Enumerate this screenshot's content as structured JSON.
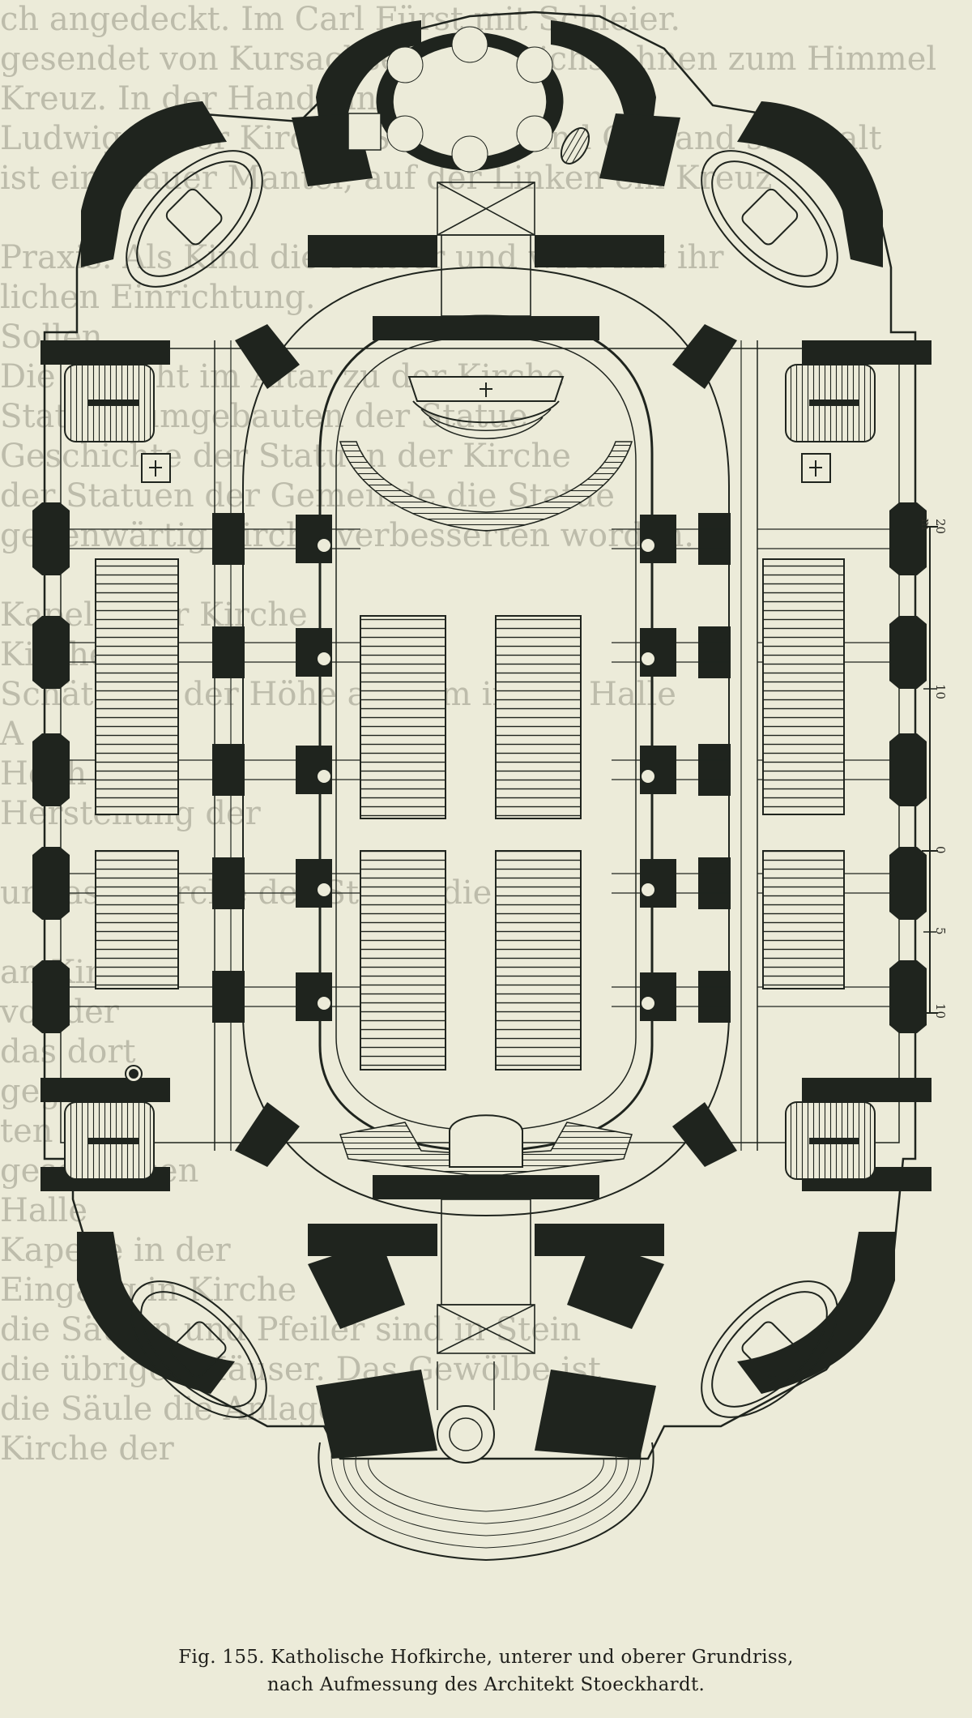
{
  "figure": {
    "caption_line1": "Fig. 155. Katholische Hofkirche, unterer und oberer Grundriss,",
    "caption_line2": "nach Aufmessung des Architekt Stoeckhardt."
  },
  "scale_bar": {
    "tick_labels": [
      "20 m",
      "10",
      "0",
      "5",
      "10"
    ]
  },
  "colors": {
    "paper": "#ecebd9",
    "ink": "#1f241e",
    "faded_text": "#bdbcab"
  },
  "background_text": {
    "lines": [
      "ch angedeckt. Im Carl Fürst mit Schleier.",
      "gesendet von Kursachsen mit Reichsfahnen zum Himmel",
      "Kreuz. In der Hand eines Mannes.",
      "Ludwig in der Kirche. Schmuck und Gewand steht alt",
      "ist ein blauer Mantel, auf der Linken ein Kreuz",
      "",
      "Praxis. Als Kind die Mutter und wird mit ihr",
      "lichen Einrichtung.",
      "Sollen",
      "Die Ansicht im Altar zu der Kirche",
      "Statuen umgebauten der Statue",
      "Geschichte der Statuen der Kirche",
      "der Statuen der Gemeinde die Statue",
      "gegenwärtig Kirche verbesserten worden.",
      "",
      "Kapelle der Kirche",
      "Kirche",
      "Schätzung der Höhe auf 5 m in der Halle",
      "A",
      "Hoch",
      "Herstellung der",
      "",
      "umfasst Kirche der Statue die",
      "",
      "an Kirche",
      "vor der",
      "das dort",
      "gegen",
      "ten",
      "geschlossen",
      "Halle",
      "Kapelle in der",
      "Eingang in Kirche",
      "die Säulen und Pfeiler sind in Stein",
      "die übrigen Häuser. Das Gewölbe ist",
      "die Säule die Anlage der",
      "Kirche der"
    ]
  }
}
